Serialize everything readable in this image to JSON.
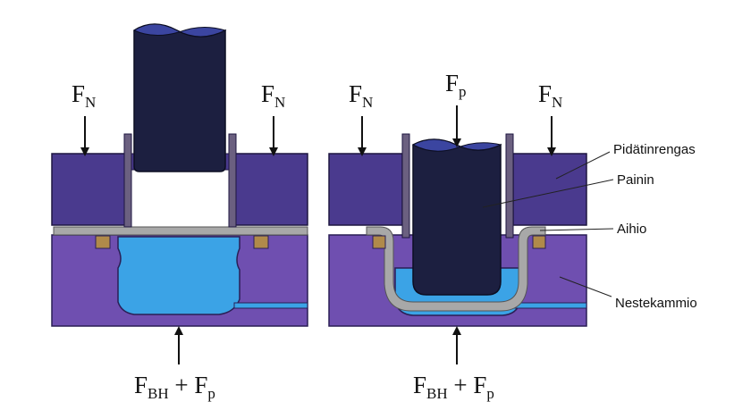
{
  "colors": {
    "holder": "#4a3a8e",
    "holder_edge": "#1e1640",
    "punch": "#1c1f40",
    "punch_top": "#3b45a0",
    "die": "#6f4fb0",
    "die_edge": "#2a1f55",
    "fluid": "#3ba3e6",
    "blank": "#a8a8a8",
    "blank_edge": "#555555",
    "seal": "#b08a4a",
    "guide": "#6b6080",
    "arrow": "#111111"
  },
  "left": {
    "force_n_left": {
      "main": "F",
      "sub": "N"
    },
    "force_n_right": {
      "main": "F",
      "sub": "N"
    },
    "bottom_force": {
      "main1": "F",
      "sub1": "BH",
      "plus": " + ",
      "main2": "F",
      "sub2": "p"
    }
  },
  "right": {
    "force_n_left": {
      "main": "F",
      "sub": "N"
    },
    "force_p": {
      "main": "F",
      "sub": "p"
    },
    "force_n_right": {
      "main": "F",
      "sub": "N"
    },
    "bottom_force": {
      "main1": "F",
      "sub1": "BH",
      "plus": " + ",
      "main2": "F",
      "sub2": "p"
    }
  },
  "callouts": {
    "pidatinrengas": "Pidätinrengas",
    "painin": "Painin",
    "aihio": "Aihio",
    "nestekammio": "Nestekammio"
  },
  "icons": {
    "arrow": "arrow-down-icon",
    "arrow_up": "arrow-up-icon"
  }
}
